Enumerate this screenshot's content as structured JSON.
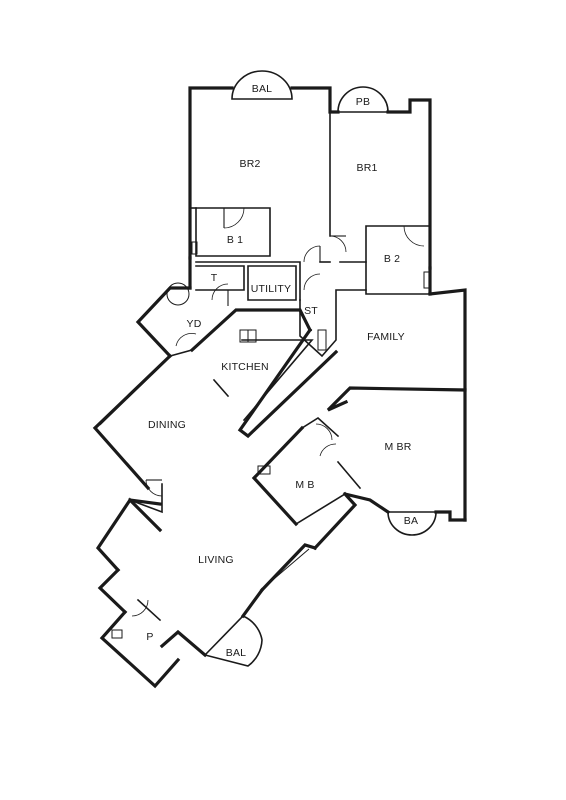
{
  "title": "",
  "rooms": {
    "br2": "BR2",
    "br1": "BR1",
    "b1": "B 1",
    "b2": "B 2",
    "t": "T",
    "utility": "UTILITY",
    "st": "ST",
    "yd": "YD",
    "family": "FAMILY",
    "kitchen": "KITCHEN",
    "dining": "DINING",
    "mbr": "M BR",
    "mb": "M B",
    "living": "LIVING",
    "p": "P"
  },
  "balconies": {
    "bal_top": "BAL",
    "pb": "PB",
    "ba": "BA",
    "bal_bottom": "BAL"
  }
}
